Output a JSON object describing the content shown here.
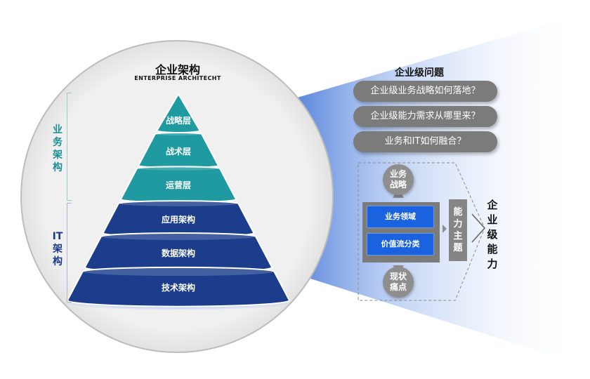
{
  "pyramid": {
    "title_cn": "企业架构",
    "title_en": "ENTERPRISE ARCHITECHT",
    "business_arch_label": "业务架构",
    "it_arch_label": "IT架构",
    "layers": [
      {
        "label": "战略层",
        "color": "#1e9aa0"
      },
      {
        "label": "战术层",
        "color": "#1e9aa0"
      },
      {
        "label": "运营层",
        "color": "#1e9aa0"
      },
      {
        "label": "应用架构",
        "color": "#1b3d8c"
      },
      {
        "label": "数据架构",
        "color": "#1b3d8c"
      },
      {
        "label": "技术架构",
        "color": "#1b3d8c"
      }
    ]
  },
  "questions": {
    "title": "企业级问题",
    "items": [
      "企业级业务战略如何落地？",
      "企业级能力需求从哪里来？",
      "业务和IT如何融合？"
    ]
  },
  "capability": {
    "top_circle": "业务战略",
    "bottom_circle": "现状痛点",
    "boxes": [
      "业务领域",
      "价值流分类"
    ],
    "theme": "能力主题",
    "result": "企业级能力"
  },
  "colors": {
    "teal": "#1e9aa0",
    "navy": "#1b3d8c",
    "accent_blue": "#1b62e0",
    "gray": "#7b7b7b"
  }
}
